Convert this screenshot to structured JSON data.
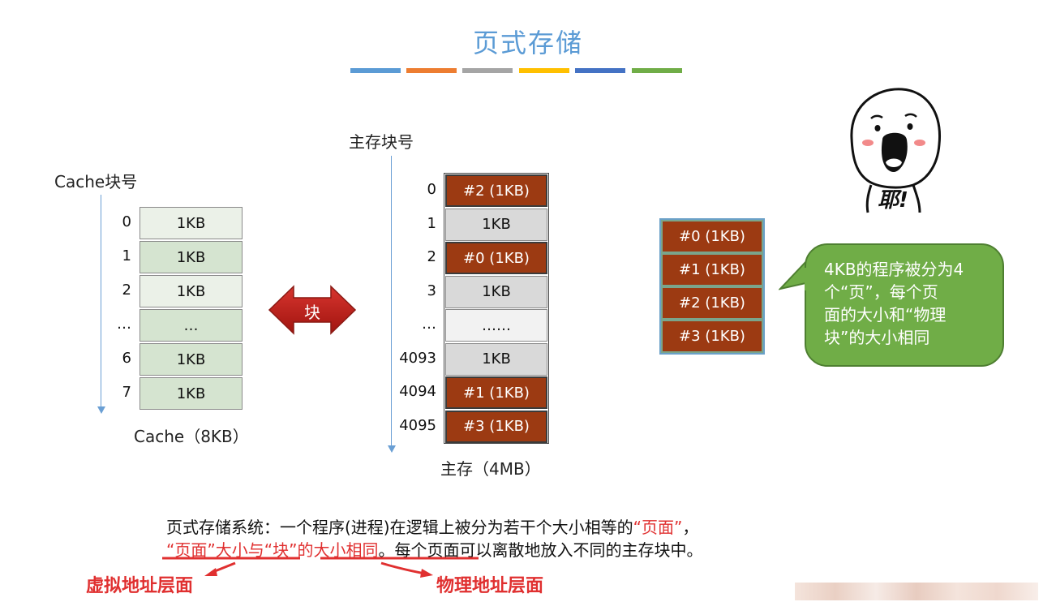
{
  "title": "页式存储",
  "title_bar_colors": [
    "#5b9bd5",
    "#ed7d31",
    "#a5a5a5",
    "#ffc000",
    "#4472c4",
    "#70ad47"
  ],
  "cache": {
    "header": "Cache块号",
    "caption": "Cache（8KB）",
    "rows": [
      {
        "index": "0",
        "value": "1KB"
      },
      {
        "index": "1",
        "value": "1KB"
      },
      {
        "index": "2",
        "value": "1KB"
      },
      {
        "index": "…",
        "value": "…"
      },
      {
        "index": "6",
        "value": "1KB"
      },
      {
        "index": "7",
        "value": "1KB"
      }
    ]
  },
  "block_arrow_label": "块",
  "memory": {
    "header": "主存块号",
    "caption": "主存（4MB）",
    "rows": [
      {
        "index": "0",
        "value": "#2 (1KB)",
        "kind": "page"
      },
      {
        "index": "1",
        "value": "1KB",
        "kind": "plain"
      },
      {
        "index": "2",
        "value": "#0 (1KB)",
        "kind": "page"
      },
      {
        "index": "3",
        "value": "1KB",
        "kind": "plain"
      },
      {
        "index": "…",
        "value": "……",
        "kind": "dots"
      },
      {
        "index": "4093",
        "value": "1KB",
        "kind": "plain"
      },
      {
        "index": "4094",
        "value": "#1 (1KB)",
        "kind": "page"
      },
      {
        "index": "4095",
        "value": "#3 (1KB)",
        "kind": "page"
      }
    ]
  },
  "program_pages": [
    "#0 (1KB)",
    "#1 (1KB)",
    "#2 (1KB)",
    "#3 (1KB)"
  ],
  "bubble_lines": [
    "4KB的程序被分为4",
    "个“页”，每个页",
    "面的大小和“物理",
    "块”的大小相同"
  ],
  "meme_text": "耶!",
  "description": {
    "line1": "页式存储系统：一个程序(进程)在逻辑上被分为若干个大小相等的",
    "line1_highlight": "“页面”",
    "line1_end": "，",
    "line2_part1": "“页面”大小与",
    "line2_part2": "“块”的大小相同",
    "line2_end": "。每个页面可以离散地放入不同的主存块中。"
  },
  "labels": {
    "virtual": "虚拟地址层面",
    "physical": "物理地址层面"
  }
}
